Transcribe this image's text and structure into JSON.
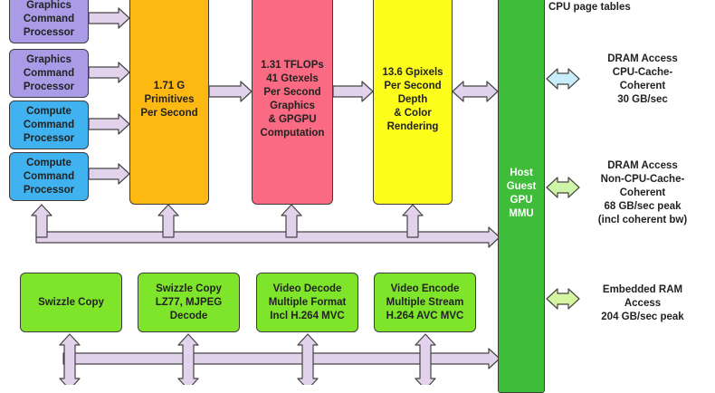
{
  "blocks": {
    "gcp1": "Graphics\nCommand\nProcessor",
    "gcp2": "Graphics\nCommand\nProcessor",
    "ccp1": "Compute\nCommand\nProcessor",
    "ccp2": "Compute\nCommand\nProcessor",
    "primitives": "1.71 G\nPrimitives\nPer Second",
    "tflops": "1.31 TFLOPs\n41 Gtexels\nPer Second\nGraphics\n& GPGPU\nComputation",
    "gpixels": "13.6 Gpixels\nPer Second\nDepth\n& Color\nRendering",
    "mmu": "Host\nGuest\nGPU\nMMU",
    "swizzle": "Swizzle Copy",
    "swizzle_lz77": "Swizzle Copy\nLZ77, MJPEG\nDecode",
    "video_decode": "Video Decode\nMultiple Format\nIncl H.264 MVC",
    "video_encode": "Video Encode\nMultiple Stream\nH.264 AVC MVC"
  },
  "labels": {
    "cpu_page_tables": "CPU page tables",
    "dram_coherent": "DRAM Access\nCPU-Cache-\nCoherent\n30 GB/sec",
    "dram_noncoherent": "DRAM Access\nNon-CPU-Cache-\nCoherent\n68 GB/sec peak\n(incl coherent bw)",
    "embedded_ram": "Embedded RAM\nAccess\n204 GB/sec peak"
  },
  "colors": {
    "arrow_fill": "#e3d2ec",
    "arrow_stroke": "#444444",
    "coherent_arrow_fill": "#c8eefc",
    "noncoherent_arrow_fill": "#cff5a6",
    "embedded_arrow_fill": "#d6f5a0"
  }
}
